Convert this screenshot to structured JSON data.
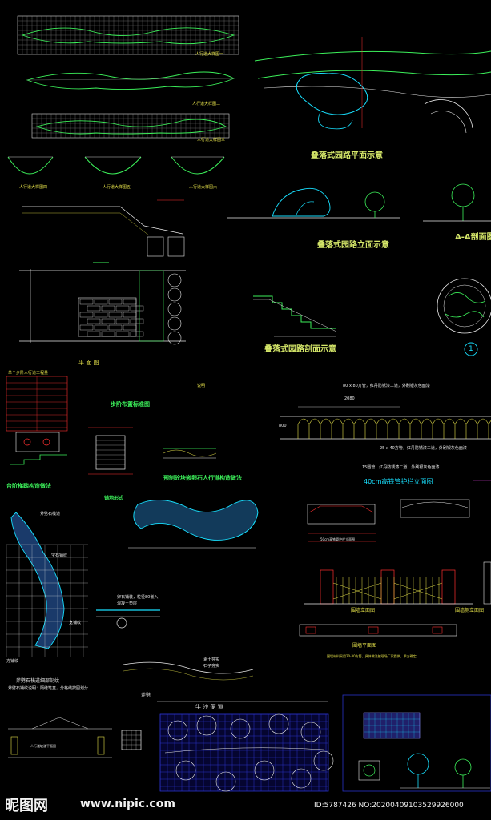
{
  "colors": {
    "background": "#000000",
    "cyan": "#18e0ff",
    "yellow": "#e6e24a",
    "green": "#3cf05a",
    "white": "#e8e8e8",
    "red": "#ff3030",
    "grid_blue": "#2a33c8",
    "magenta": "#e040e0"
  },
  "sections": {
    "plan_title": "叠落式园路平面示意",
    "elevation_title": "叠落式园路立面示意",
    "section_title": "叠落式园路剖面示意",
    "aa_section": "A-A剖面图",
    "circle_num": "1",
    "plane_view": "平 面 图",
    "step_layout": "步阶布置标准图",
    "step_detail": "台阶梯踏构造做法",
    "precast_title": "预制砼块嵌卵石人行道构造做法",
    "paving_form": "铺地形式",
    "fence_rail": "40cm高铁管护栏立面图",
    "wall_elevation": "围墙立面图",
    "wall_side": "围墙侧立面图",
    "wall_plan": "围墙平面图",
    "stone_path_detail": "斧劈石栈道细部剖纹",
    "stone_path_note": "斧劈石铺纹说明：隔缝笔直，分格线按图划分",
    "axe_label": "斧劈",
    "road_label": "牛   沙   便   道",
    "grid_plan": "人行道坡道平面图"
  },
  "labels": {
    "sidewalk1": "人行道大样图一",
    "sidewalk2": "人行道大样图二",
    "sidewalk3": "人行道大样图三",
    "sidewalk4": "人行道大样图四",
    "sidewalk5": "人行道大样图五",
    "sidewalk6": "人行道大样图六",
    "fence_note1": "80 x 80方管，红丹防锈漆二道，外刷银灰色面漆",
    "fence_note2": "25 x 40方管，红丹防锈漆二道，外刷银灰色面漆",
    "fence_note3": "15圆管，红丹防锈漆二道，外刷银灰色面漆",
    "fence_note4": "50cm高铁管护栏立面图",
    "dim_2080": "2080",
    "dim_800": "800",
    "wall_note": "围墙材料采用20-30方管，具体做法按现场厂家提供，甲方确定。",
    "legend_head": "单个步阶人行道工程量",
    "legend_explain": "说明",
    "stone_labels": [
      "斧劈石栈道",
      "宝石铺纹",
      "宽铺纹",
      "方铺纹"
    ],
    "detail_notes": [
      "卵石铺装，粒径80嵌入",
      "混凝土垫层",
      "素土夯实",
      "石子夯实"
    ]
  },
  "watermark": {
    "logo": "昵图网",
    "url": "www.nipic.com",
    "id": "ID:5787426 NO:20200409103529926000"
  }
}
